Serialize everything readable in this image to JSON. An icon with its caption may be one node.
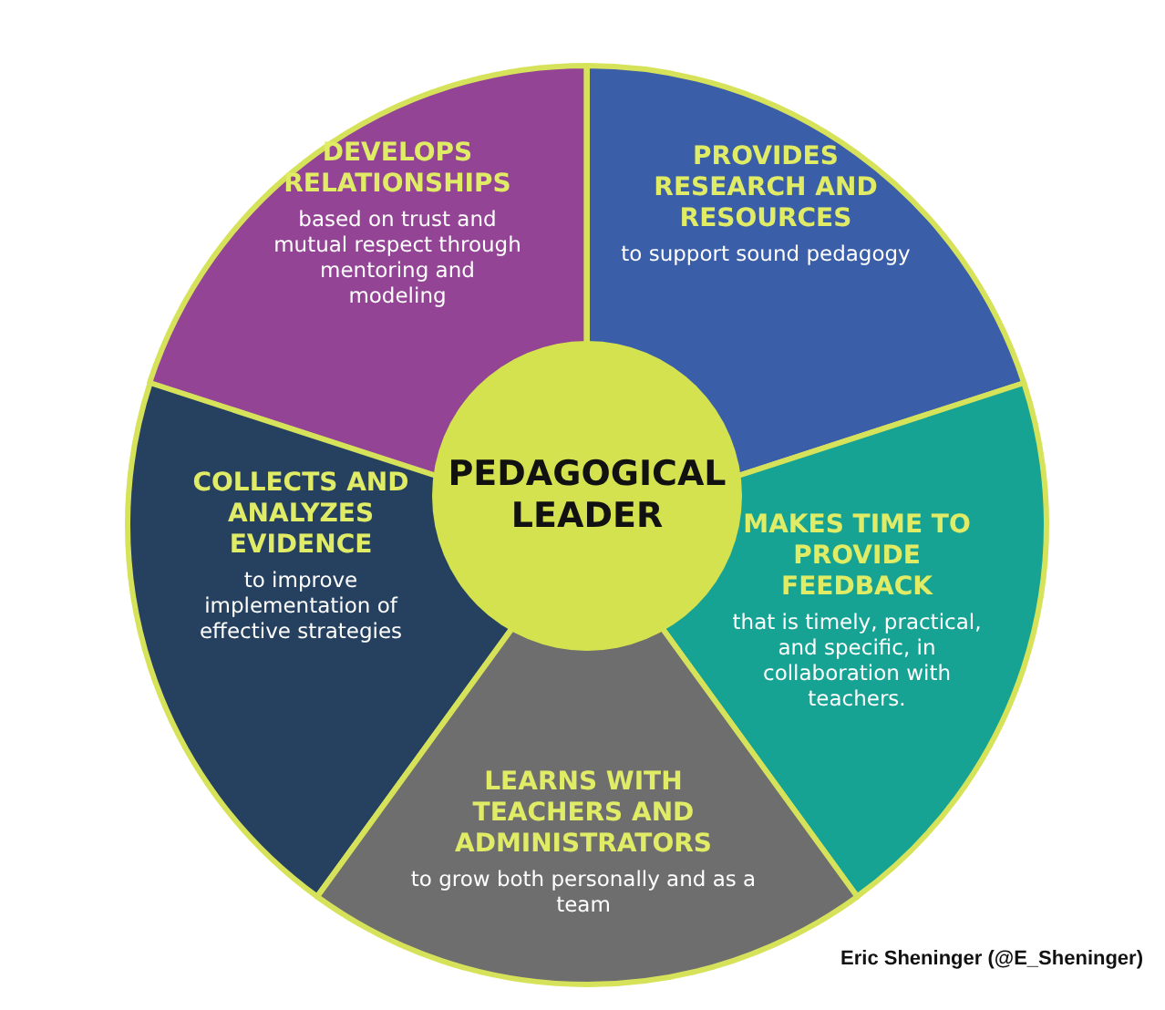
{
  "diagram": {
    "nodes": [
      {
        "text": [
          "PEDAGOGICAL LEADER"
        ]
      },
      {
        "text": [
          "DEVELOPS RELATIONSHIPS",
          "based on trust and mutual respect through mentoring and modeling"
        ]
      },
      {
        "text": [
          "PROVIDES RESEARCH AND RESOURCES",
          "to support sound pedagogy"
        ]
      },
      {
        "text": [
          "COLLECTS AND ANALYZES EVIDENCE",
          "to improve implementation of effective strategies"
        ]
      },
      {
        "text": [
          "MAKES TIME TO PROVIDE FEEDBACK",
          "that is timely, practical, and specific, in collaboration with teachers."
        ]
      },
      {
        "text": [
          "LEARNS WITH TEACHERS AND ADMINISTRATORS",
          "to grow both personally and as a team"
        ]
      }
    ],
    "labels": [
      "Eric Sheninger (@E_Sheninger)"
    ]
  }
}
